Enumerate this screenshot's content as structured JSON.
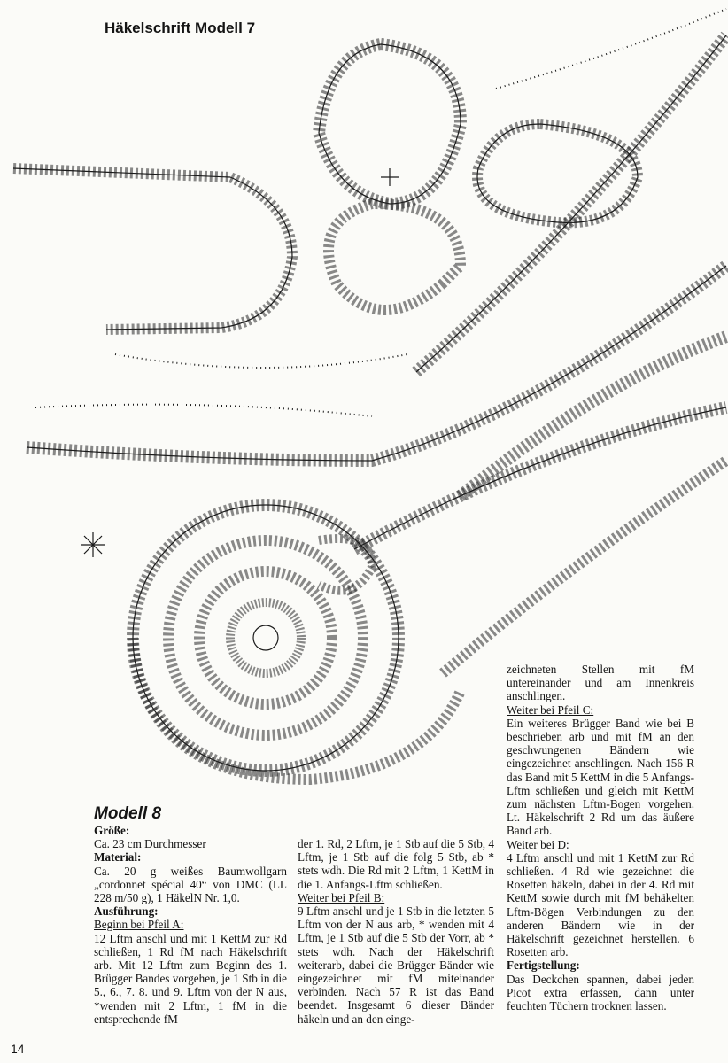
{
  "header": {
    "title": "Häkelschrift Modell 7"
  },
  "page_number": "14",
  "column1": {
    "section_title": "Modell 8",
    "groesse_heading": "Größe:",
    "groesse_text": "Ca. 23 cm Durchmesser",
    "material_heading": "Material:",
    "material_text": "Ca. 20 g weißes Baumwollgarn „cordonnet spécial 40“ von DMC (LL 228 m/50 g), 1 HäkelN Nr. 1,0.",
    "ausfuehrung_heading": "Ausführung:",
    "pfeil_a_heading": "Beginn bei Pfeil A:",
    "pfeil_a_text": "12 Lftm anschl und mit 1 KettM zur Rd schließen, 1 Rd fM nach Häkelschrift arb. Mit 12 Lftm zum Beginn des 1. Brügger Bandes vorgehen, je 1 Stb in die 5., 6., 7. 8. und 9. Lftm von der N aus, *wenden mit 2 Lftm, 1 fM in die entsprechende fM"
  },
  "column2": {
    "intro_text": "der 1. Rd, 2 Lftm, je 1 Stb auf die 5 Stb, 4 Lftm, je 1 Stb auf die folg 5 Stb, ab * stets wdh. Die Rd mit 2 Lftm, 1 KettM in die 1. Anfangs-Lftm schließen.",
    "pfeil_b_heading": "Weiter bei Pfeil B:",
    "pfeil_b_text": "9 Lftm anschl und je 1 Stb in die letzten 5 Lftm von der N aus arb, * wenden mit 4 Lftm, je 1 Stb auf die 5 Stb der Vorr, ab * stets wdh. Nach der Häkelschrift weiterarb, dabei die Brügger Bänder wie eingezeichnet mit fM miteinander verbinden. Nach 57 R ist das Band beendet. Insgesamt 6 dieser Bänder häkeln und an den einge-"
  },
  "column3": {
    "intro_text": "zeichneten Stellen mit fM untereinander und am Innenkreis anschlingen.",
    "pfeil_c_heading": "Weiter bei Pfeil C:",
    "pfeil_c_text": "Ein weiteres Brügger Band wie bei B beschrieben arb und mit fM an den geschwungenen Bändern wie eingezeichnet anschlingen. Nach 156 R das Band mit 5 KettM in die 5 Anfangs-Lftm schließen und gleich mit KettM zum nächsten Lftm-Bogen vorgehen. Lt. Häkelschrift 2 Rd um das äußere Band arb.",
    "pfeil_d_heading": "Weiter bei D:",
    "pfeil_d_text": "4 Lftm anschl und mit 1 KettM zur Rd schließen. 4 Rd wie gezeichnet die Rosetten häkeln, dabei in der 4. Rd mit KettM sowie durch mit fM behäkelten Lftm-Bögen Verbindungen zu den anderen Bändern wie in der Häkelschrift gezeichnet herstellen. 6 Rosetten arb.",
    "fertig_heading": "Fertigstellung:",
    "fertig_text": "Das Deckchen spannen, dabei jeden Picot extra erfassen, dann unter feuchten Tüchern trocknen lassen."
  },
  "colors": {
    "ink": "#141414",
    "paper": "#fbfbf8"
  }
}
